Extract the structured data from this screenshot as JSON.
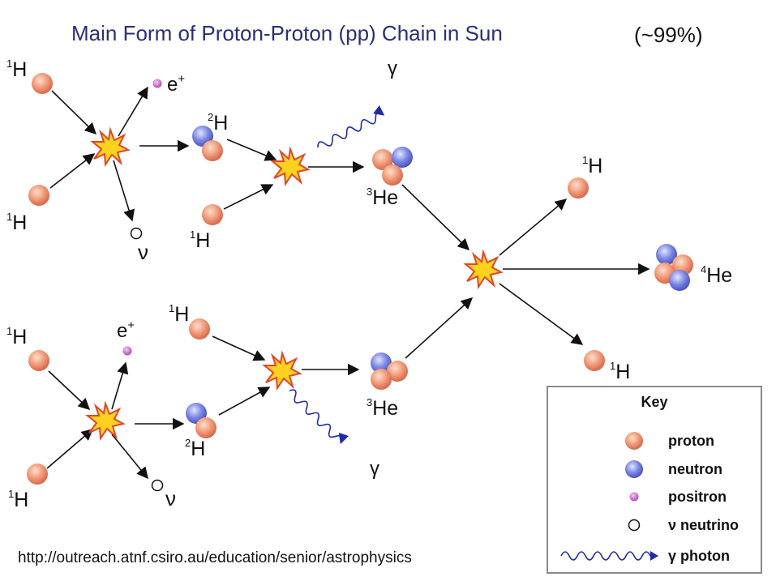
{
  "header": {
    "title": "Main Form of Proton-Proton (pp) Chain in Sun",
    "fraction": "(~99%)"
  },
  "labels": {
    "h1_base": "H",
    "h1_mass": "1",
    "h2_base": "H",
    "h2_mass": "2",
    "he3_base": "He",
    "he3_mass": "3",
    "he4_base": "He",
    "he4_mass": "4",
    "positron_base": "e",
    "positron_sign": "+",
    "neutrino": "ν",
    "gamma": "γ"
  },
  "key": {
    "title": "Key",
    "items": [
      {
        "label": "proton",
        "icon": "proton-icon"
      },
      {
        "label": "neutron",
        "icon": "neutron-icon"
      },
      {
        "label": "positron",
        "icon": "positron-icon"
      },
      {
        "label": "ν neutrino",
        "icon": "neutrino-icon"
      },
      {
        "label": "γ photon",
        "icon": "photon-icon"
      }
    ]
  },
  "source_url": "http://outreach.atnf.csiro.au/education/senior/astrophysics",
  "colors": {
    "title": "#2b2f7a",
    "proton": "#f09a7a",
    "neutron": "#7c88e6",
    "positron": "#c659c8",
    "photon": "#2a2aa0",
    "flash": "#ffd21f"
  }
}
